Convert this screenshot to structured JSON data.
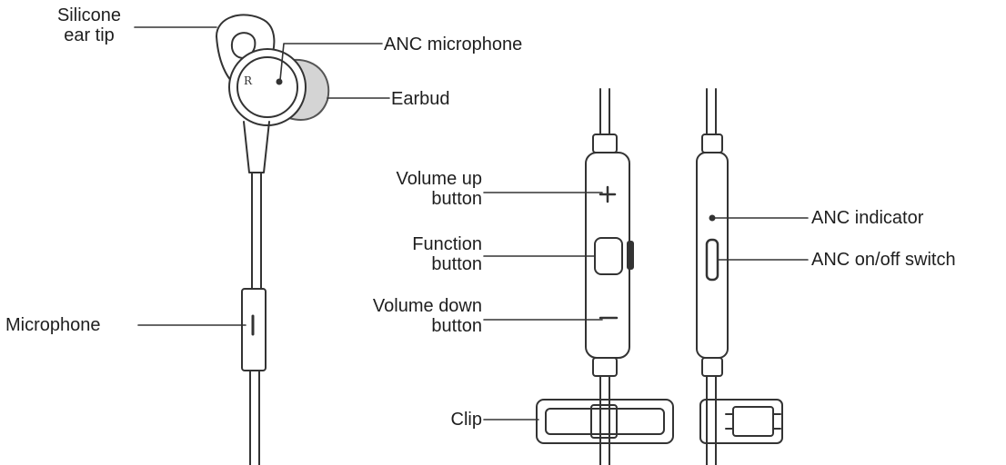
{
  "labels": {
    "silicone_ear_tip": [
      "Silicone",
      "ear tip"
    ],
    "anc_microphone": "ANC microphone",
    "earbud": "Earbud",
    "microphone": "Microphone",
    "volume_up_button": [
      "Volume up",
      "button"
    ],
    "function_button": [
      "Function",
      "button"
    ],
    "volume_down_button": [
      "Volume down",
      "button"
    ],
    "clip": "Clip",
    "anc_indicator": "ANC indicator",
    "anc_switch": "ANC on/off switch"
  },
  "colors": {
    "line": "#333333",
    "text": "#1e1e1e",
    "tip_shade": "#d4d4d4"
  }
}
